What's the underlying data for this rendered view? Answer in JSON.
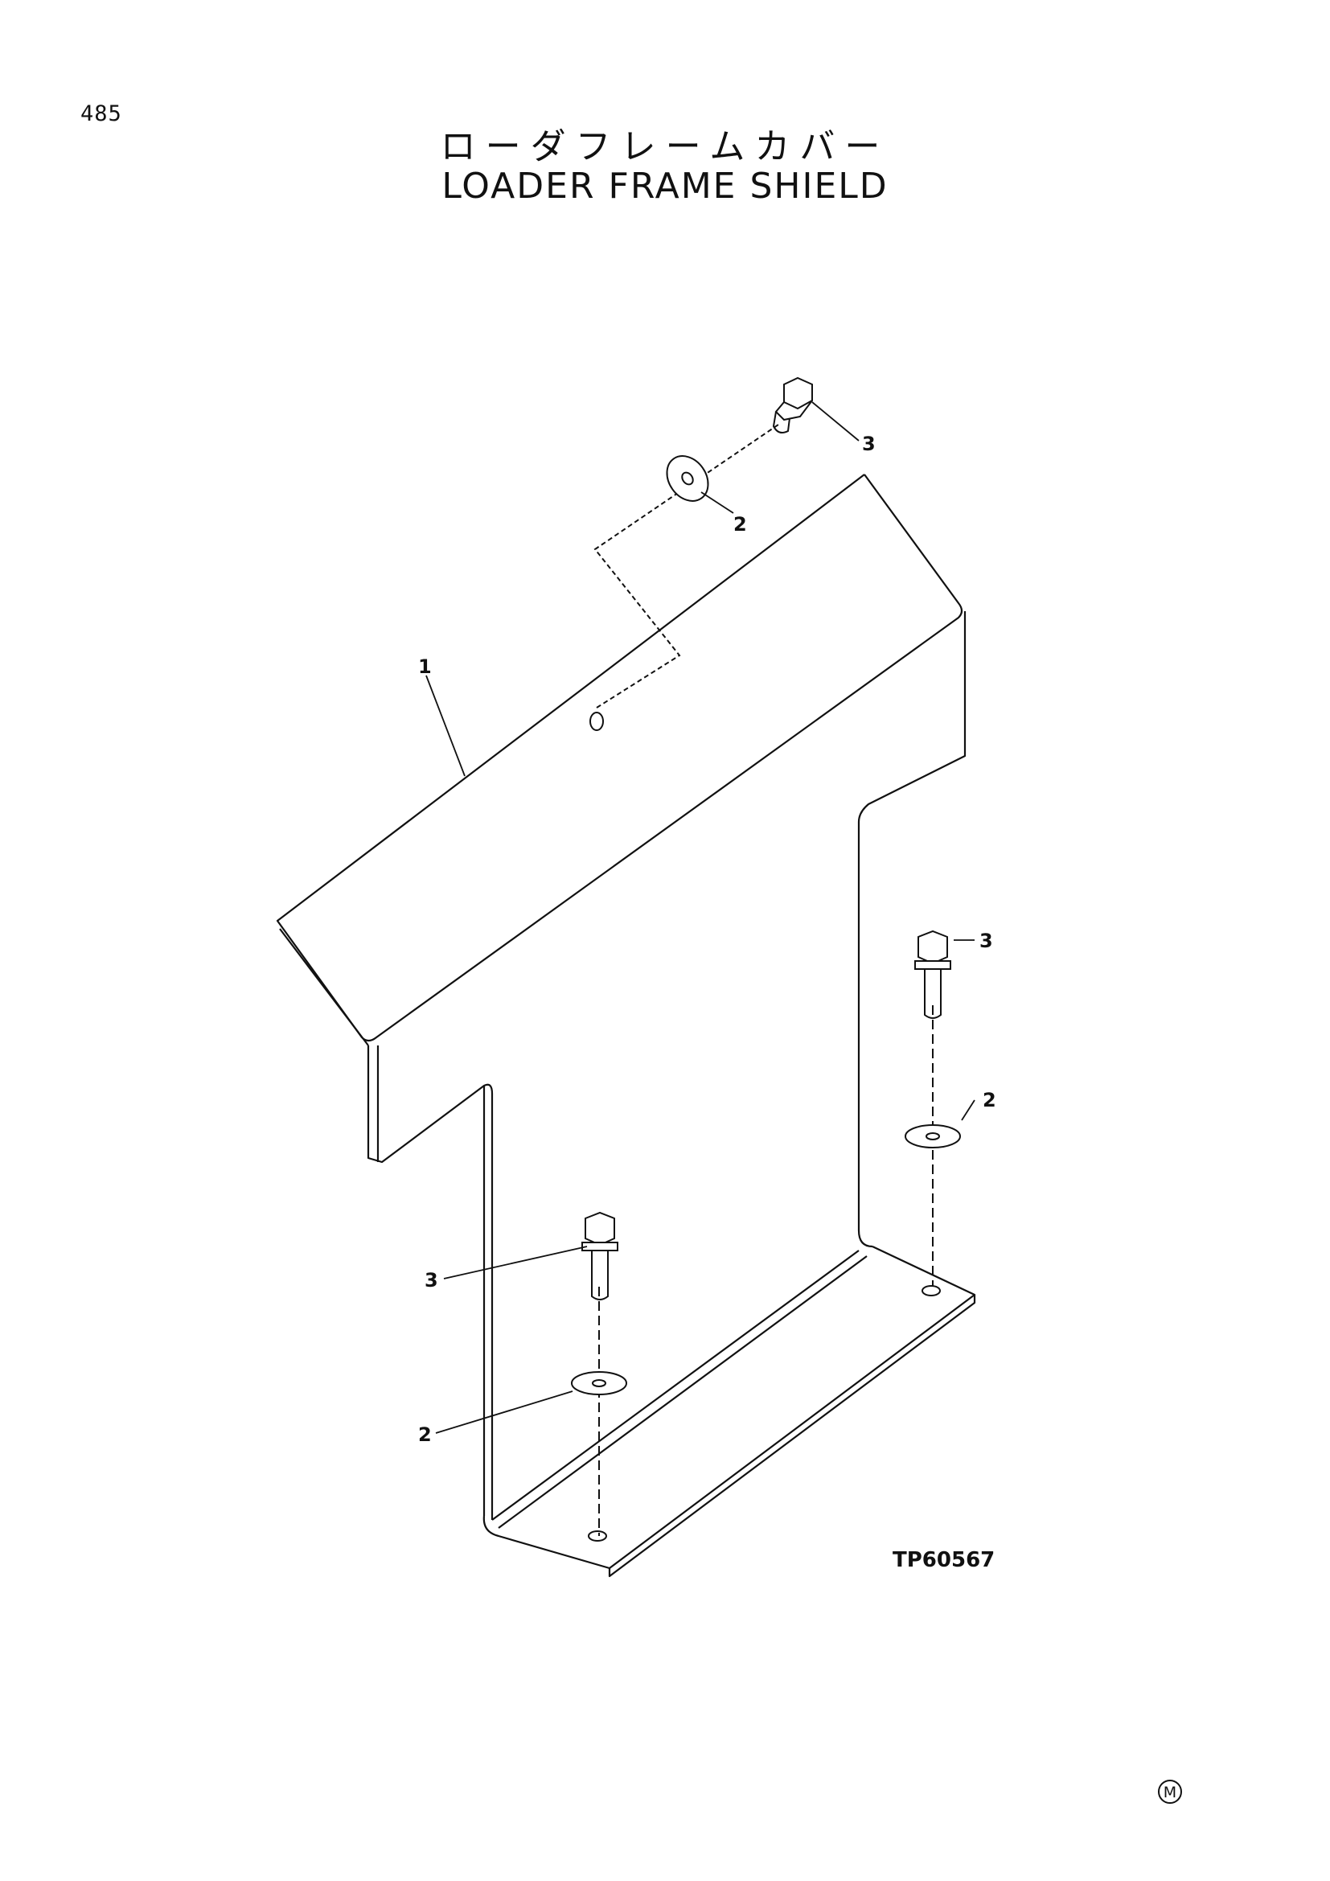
{
  "header": {
    "page_number": "485",
    "title_japanese": "ローダフレームカバー",
    "title_english": "LOADER FRAME SHIELD"
  },
  "diagram": {
    "drawing_code": "TP60567",
    "mark": "M",
    "callouts": [
      "1",
      "2",
      "3",
      "2",
      "3",
      "2",
      "3"
    ]
  }
}
